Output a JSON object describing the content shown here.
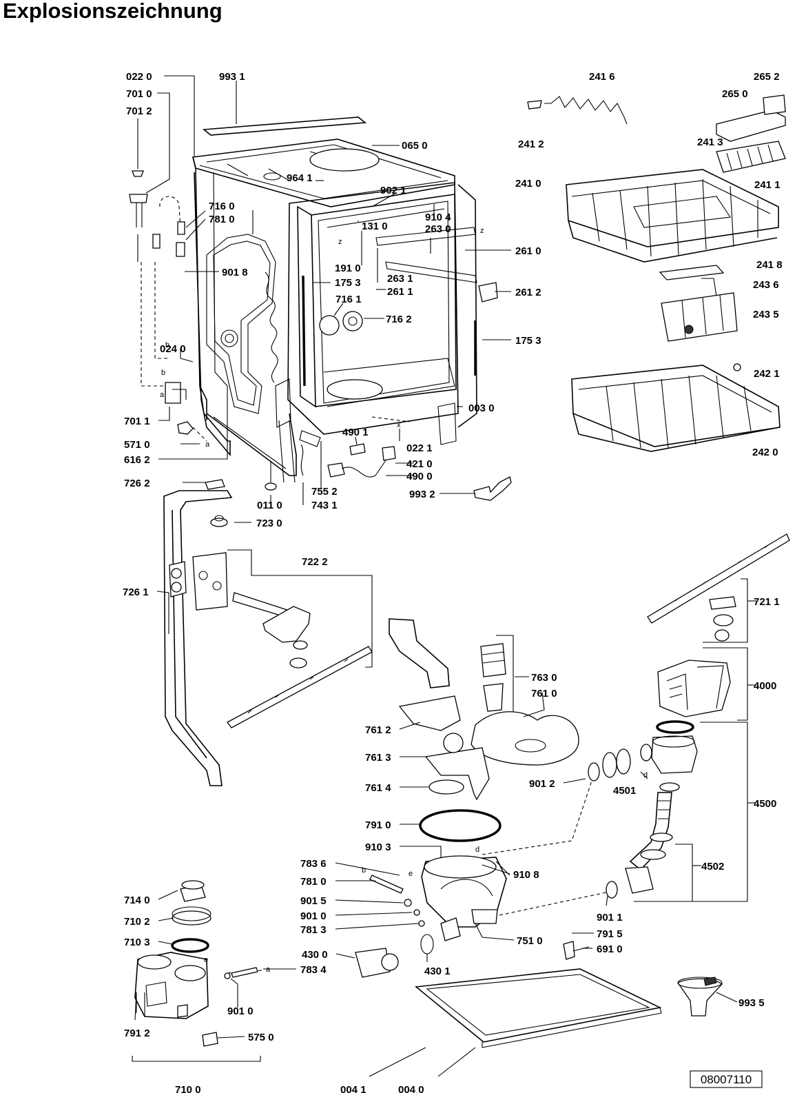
{
  "title": "Explosionszeichnung",
  "doc_number": "08007110",
  "small_marks": [
    "b",
    "a",
    "a",
    "z",
    "z",
    "x",
    "e",
    "b",
    "d",
    "d",
    "e",
    "a",
    "b"
  ],
  "labels": [
    "022 0",
    "993 1",
    "701 0",
    "701 2",
    "065 0",
    "964 1",
    "902 1",
    "716 0",
    "781 0",
    "910 4",
    "131 0",
    "263 0",
    "901 8",
    "261 0",
    "191 0",
    "175 3",
    "263 1",
    "261 1",
    "716 1",
    "261 2",
    "716 2",
    "175 3",
    "024 0",
    "701 1",
    "003 0",
    "571 0",
    "616 2",
    "490 1",
    "022 1",
    "421 0",
    "490 0",
    "726 2",
    "755 2",
    "011 0",
    "743 1",
    "993 2",
    "723 0",
    "722 2",
    "726 1",
    "241 6",
    "265 2",
    "265 0",
    "241 2",
    "241 3",
    "241 0",
    "241 1",
    "241 8",
    "243 6",
    "243 5",
    "242 1",
    "242 0",
    "721 1",
    "763 0",
    "761 0",
    "4000",
    "761 2",
    "761 3",
    "761 4",
    "901 2",
    "4501",
    "4500",
    "791 0",
    "910 3",
    "4502",
    "783 6",
    "781 0",
    "910 8",
    "901 5",
    "901 0",
    "781 3",
    "901 1",
    "751 0",
    "791 5",
    "691 0",
    "430 0",
    "430 1",
    "783 4",
    "714 0",
    "710 2",
    "710 3",
    "901 0",
    "791 2",
    "575 0",
    "710 0",
    "993 5",
    "004 1",
    "004 0"
  ]
}
